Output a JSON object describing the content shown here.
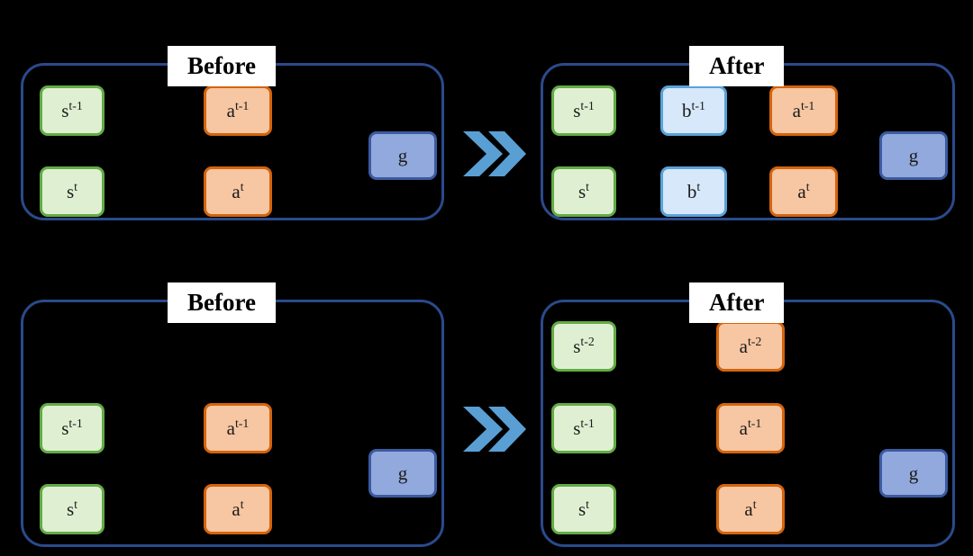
{
  "figure": {
    "background_color": "#000000",
    "panel_border_color": "#2a4a8c",
    "arrow_color": "#4f96d0"
  },
  "palette": {
    "state_fill": "#dff0d2",
    "state_border": "#63ab45",
    "action_fill": "#f7c6a2",
    "action_border": "#d4640d",
    "belief_fill": "#d6e8fa",
    "belief_border": "#5aa2d8",
    "goal_fill": "#92a9dd",
    "goal_border": "#3b5aa0",
    "label_bg": "#ffffff",
    "label_text": "#000000"
  },
  "rows": [
    {
      "id": "row-top",
      "before": {
        "title": "Before",
        "nodes": [
          {
            "kind": "state",
            "base": "s",
            "sup": "t-1",
            "name": "state-t-minus-1"
          },
          {
            "kind": "action",
            "base": "a",
            "sup": "t-1",
            "name": "action-t-minus-1"
          },
          {
            "kind": "state",
            "base": "s",
            "sup": "t",
            "name": "state-t"
          },
          {
            "kind": "action",
            "base": "a",
            "sup": "t",
            "name": "action-t"
          },
          {
            "kind": "goal",
            "base": "g",
            "sup": "",
            "name": "goal"
          }
        ]
      },
      "after": {
        "title": "After",
        "nodes": [
          {
            "kind": "state",
            "base": "s",
            "sup": "t-1",
            "name": "state-t-minus-1"
          },
          {
            "kind": "belief",
            "base": "b",
            "sup": "t-1",
            "name": "belief-t-minus-1"
          },
          {
            "kind": "action",
            "base": "a",
            "sup": "t-1",
            "name": "action-t-minus-1"
          },
          {
            "kind": "state",
            "base": "s",
            "sup": "t",
            "name": "state-t"
          },
          {
            "kind": "belief",
            "base": "b",
            "sup": "t",
            "name": "belief-t"
          },
          {
            "kind": "action",
            "base": "a",
            "sup": "t",
            "name": "action-t"
          },
          {
            "kind": "goal",
            "base": "g",
            "sup": "",
            "name": "goal"
          }
        ]
      },
      "arrow": "double-chevron-right"
    },
    {
      "id": "row-bottom",
      "before": {
        "title": "Before",
        "nodes": [
          {
            "kind": "state",
            "base": "s",
            "sup": "t-1",
            "name": "state-t-minus-1"
          },
          {
            "kind": "action",
            "base": "a",
            "sup": "t-1",
            "name": "action-t-minus-1"
          },
          {
            "kind": "state",
            "base": "s",
            "sup": "t",
            "name": "state-t"
          },
          {
            "kind": "action",
            "base": "a",
            "sup": "t",
            "name": "action-t"
          },
          {
            "kind": "goal",
            "base": "g",
            "sup": "",
            "name": "goal"
          }
        ]
      },
      "after": {
        "title": "After",
        "nodes": [
          {
            "kind": "state",
            "base": "s",
            "sup": "t-2",
            "name": "state-t-minus-2"
          },
          {
            "kind": "action",
            "base": "a",
            "sup": "t-2",
            "name": "action-t-minus-2"
          },
          {
            "kind": "state",
            "base": "s",
            "sup": "t-1",
            "name": "state-t-minus-1"
          },
          {
            "kind": "action",
            "base": "a",
            "sup": "t-1",
            "name": "action-t-minus-1"
          },
          {
            "kind": "state",
            "base": "s",
            "sup": "t",
            "name": "state-t"
          },
          {
            "kind": "action",
            "base": "a",
            "sup": "t",
            "name": "action-t"
          },
          {
            "kind": "goal",
            "base": "g",
            "sup": "",
            "name": "goal"
          }
        ]
      },
      "arrow": "double-chevron-right"
    }
  ],
  "labels": {
    "top_before": "Before",
    "top_after": "After",
    "bottom_before": "Before",
    "bottom_after": "After"
  },
  "tokens": {
    "s": "s",
    "a": "a",
    "b": "b",
    "g": "g",
    "sup_t": "t",
    "sup_t1": "t-1",
    "sup_t2": "t-2"
  }
}
